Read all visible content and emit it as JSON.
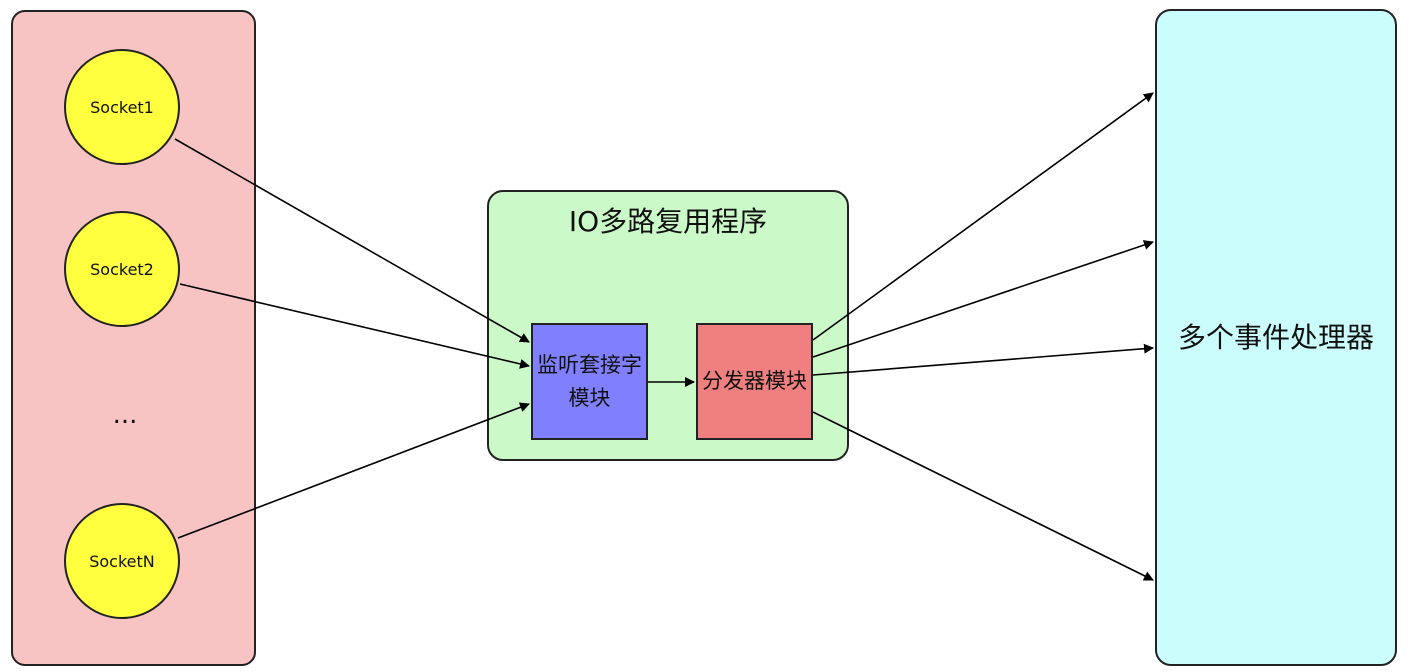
{
  "sockets": [
    "Socket1",
    "Socket2",
    "SocketN"
  ],
  "ellipsis": "...",
  "io_program": {
    "title": "IO多路复用程序",
    "listen_module": "监听套接字模块",
    "dispatcher_module": "分发器模块"
  },
  "handlers": "多个事件处理器",
  "colors": {
    "socket_panel": "#f8c3c3",
    "socket": "#ffff40",
    "io_box": "#ccf9c8",
    "listen_module": "#8080ff",
    "dispatcher_module": "#f08080",
    "handler": "#ccfdfd"
  }
}
